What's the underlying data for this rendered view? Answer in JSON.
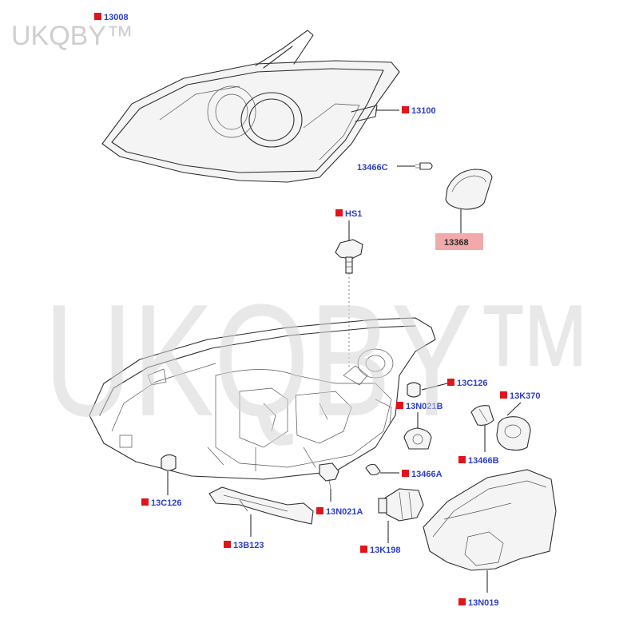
{
  "watermark": {
    "small": "UKQBY™",
    "large": "UKQBY™"
  },
  "colors": {
    "marker": "#e0151b",
    "label": "#2b3ec8",
    "highlight": "#f2a9a9"
  },
  "callouts": {
    "c13008": "13008",
    "c13100": "13100",
    "c13466C": "13466C",
    "c13368": "13368",
    "cHS1": "HS1",
    "c13C126_r": "13C126",
    "c13K370": "13K370",
    "c13N021B": "13N021B",
    "c13466B": "13466B",
    "c13466A": "13466A",
    "c13C126_l": "13C126",
    "c13N021A": "13N021A",
    "c13B123": "13B123",
    "c13K198": "13K198",
    "c13N019": "13N019"
  }
}
